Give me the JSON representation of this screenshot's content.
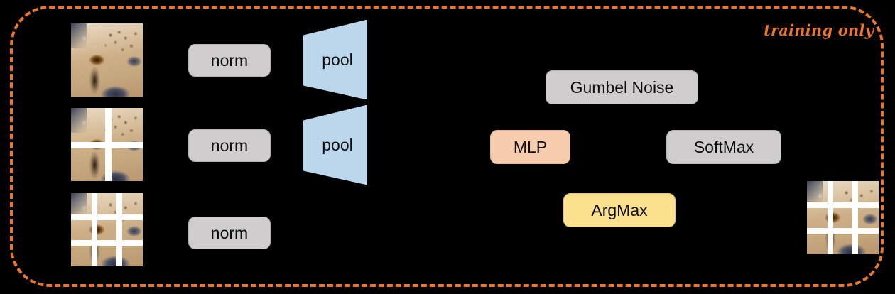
{
  "diagram": {
    "background_color": "#000000",
    "frame": {
      "label": "training only",
      "color": "#E8762C",
      "style": "dashed-rounded-rectangle"
    },
    "colors": {
      "gray_box": "#cfcdcd",
      "peach_box": "#f7cdae",
      "yellow_box": "#fbe08e",
      "pool_blue": "#bcd7ec",
      "accent_orange": "#E8762C",
      "grid_white": "#ffffff"
    },
    "inputs": [
      {
        "name": "input-image-full",
        "grid": 1,
        "alt": "cheetah face close-up, no grid"
      },
      {
        "name": "input-image-2x2",
        "grid": 2,
        "alt": "cheetah face close-up with 2x2 grid"
      },
      {
        "name": "input-image-3x3",
        "grid": 3,
        "alt": "cheetah face close-up with 3x3 grid"
      }
    ],
    "norm_blocks": [
      {
        "label": "norm"
      },
      {
        "label": "norm"
      },
      {
        "label": "norm"
      }
    ],
    "pool_blocks": [
      {
        "label": "pool"
      },
      {
        "label": "pool"
      }
    ],
    "head_blocks": [
      {
        "label": "Gumbel Noise",
        "color": "gray"
      },
      {
        "label": "MLP",
        "color": "peach"
      },
      {
        "label": "SoftMax",
        "color": "gray"
      },
      {
        "label": "ArgMax",
        "color": "yellow"
      }
    ],
    "output": {
      "name": "output-image-3x3",
      "grid": 3,
      "alt": "selected cheetah patch grid 3x3"
    }
  }
}
